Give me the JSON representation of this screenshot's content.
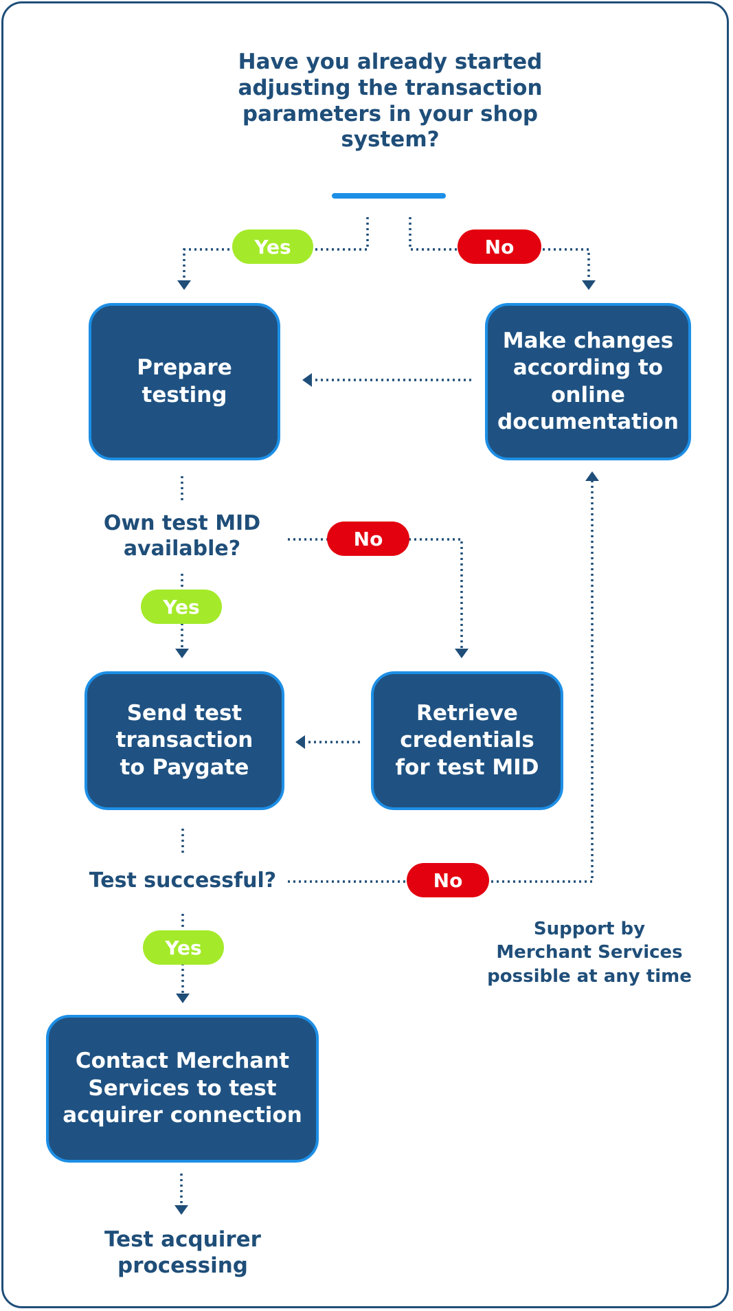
{
  "diagram": {
    "start_question": "Have you already started\nadjusting the transaction\nparameters in your shop\nsystem?",
    "nodes": {
      "prepare_testing": "Prepare\ntesting",
      "make_changes": "Make changes\naccording to\nonline\ndocumentation",
      "send_test": "Send test\ntransaction\nto Paygate",
      "retrieve_credentials": "Retrieve\ncredentials\nfor test MID",
      "contact_merchant": "Contact Merchant\nServices to test\nacquirer connection"
    },
    "questions": {
      "own_mid": "Own test MID\navailable?",
      "test_successful": "Test successful?",
      "end": "Test acquirer\nprocessing"
    },
    "labels": {
      "yes": "Yes",
      "no": "No"
    },
    "note": "Support by\nMerchant Services\npossible at any time",
    "colors": {
      "box_fill": "#1f5282",
      "box_border": "#1d8fe6",
      "text_dark": "#1f4e79",
      "yes": "#a4ea2a",
      "no": "#e3000f",
      "accent": "#1d8fe6"
    }
  }
}
